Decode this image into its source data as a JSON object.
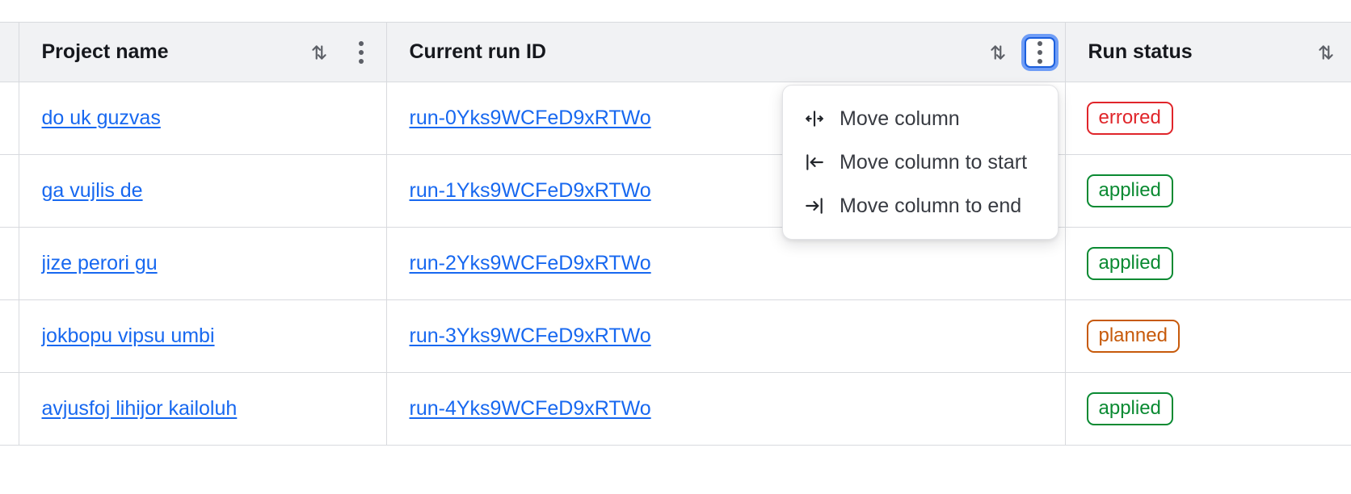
{
  "table": {
    "columns": [
      {
        "id": "project-name",
        "label": "Project name",
        "sort_icon": "sort-ascending-descending-icon",
        "menu_icon": "kebab-menu-icon",
        "has_menu": true,
        "menu_focused": false
      },
      {
        "id": "current-run-id",
        "label": "Current run ID",
        "sort_icon": "sort-ascending-descending-icon",
        "menu_icon": "kebab-menu-icon",
        "has_menu": true,
        "menu_focused": true
      },
      {
        "id": "run-status",
        "label": "Run status",
        "sort_icon": "sort-ascending-descending-icon",
        "has_menu": false,
        "menu_focused": false
      }
    ],
    "rows": [
      {
        "project_name": "do uk guzvas",
        "run_id": "run-0Yks9WCFeD9xRTWo",
        "status": "errored",
        "status_variant": "errored"
      },
      {
        "project_name": "ga vujlis de",
        "run_id": "run-1Yks9WCFeD9xRTWo",
        "status": "applied",
        "status_variant": "applied"
      },
      {
        "project_name": "jize perori gu",
        "run_id": "run-2Yks9WCFeD9xRTWo",
        "status": "applied",
        "status_variant": "applied"
      },
      {
        "project_name": "jokbopu vipsu umbi",
        "run_id": "run-3Yks9WCFeD9xRTWo",
        "status": "planned",
        "status_variant": "planned"
      },
      {
        "project_name": "avjusfoj lihijor kailoluh",
        "run_id": "run-4Yks9WCFeD9xRTWo",
        "status": "applied",
        "status_variant": "applied"
      }
    ]
  },
  "column_menu": {
    "open_for_column": "Current run ID",
    "items": [
      {
        "label": "Move column",
        "icon": "move-column-left-right-icon"
      },
      {
        "label": "Move column to start",
        "icon": "move-to-start-icon"
      },
      {
        "label": "Move column to end",
        "icon": "move-to-end-icon"
      }
    ]
  },
  "colors": {
    "link": "#1768f0",
    "header_background": "#f1f2f4",
    "border": "#d8dade",
    "focus_ring": "#6f9df6",
    "focus_border": "#1b5fdd",
    "status_errored": "#e0252a",
    "status_applied": "#0a8a32",
    "status_planned": "#c75a0b"
  }
}
